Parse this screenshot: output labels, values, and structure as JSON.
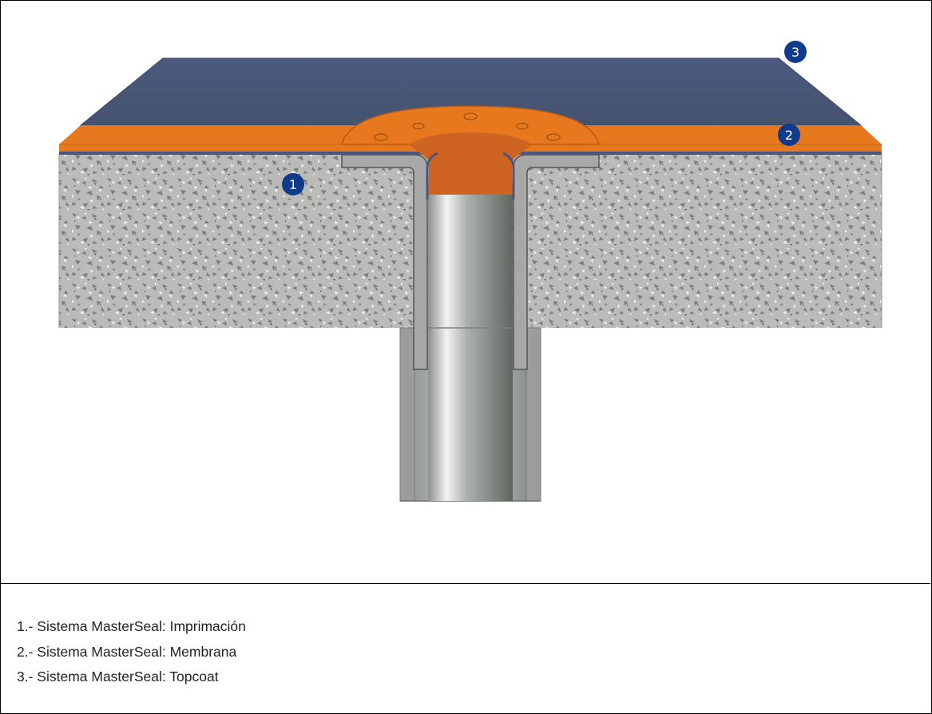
{
  "diagram": {
    "markers": [
      {
        "id": "1",
        "label": "1"
      },
      {
        "id": "2",
        "label": "2"
      },
      {
        "id": "3",
        "label": "3"
      }
    ],
    "colors": {
      "topcoat": "#485577",
      "membrane": "#E8781E",
      "concrete": "#B8B8B6",
      "steel": "#A6A6A6",
      "marker": "#0F3B8C",
      "primer": "#4A5680"
    },
    "icons": [
      "concrete-slab",
      "drain-pipe",
      "flange",
      "layer-marker"
    ]
  },
  "legend": {
    "items": [
      "1.- Sistema MasterSeal: Imprimación",
      "2.- Sistema MasterSeal: Membrana",
      "3.- Sistema MasterSeal: Topcoat"
    ]
  }
}
